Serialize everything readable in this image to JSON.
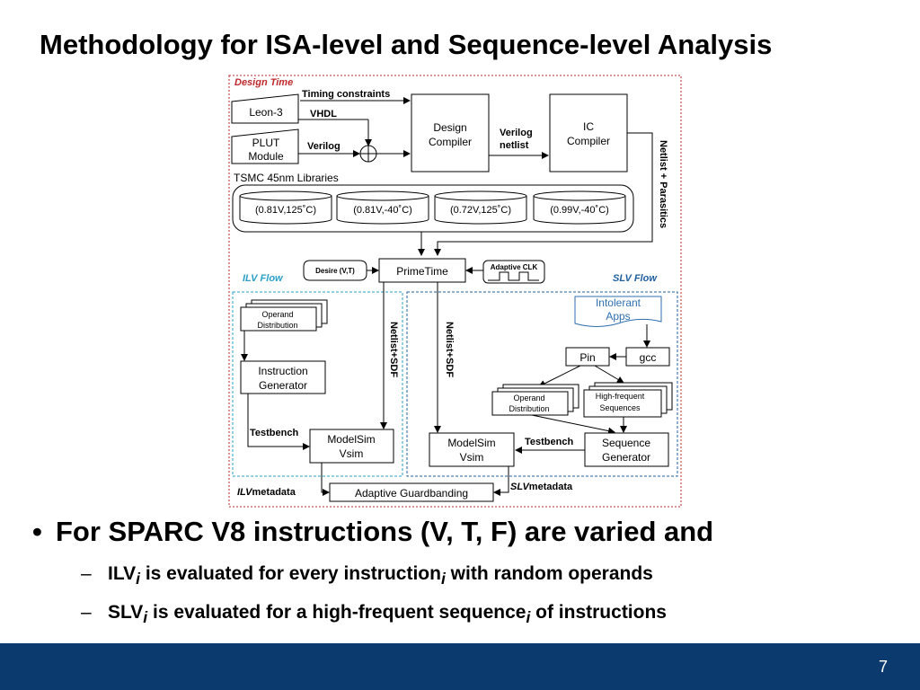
{
  "slide": {
    "title": "Methodology for ISA-level and Sequence-level Analysis",
    "page_number": "7",
    "footer_color": "#0b3a6e"
  },
  "diagram": {
    "design_time": "Design Time",
    "timing_constraints": "Timing constraints",
    "vhdl": "VHDL",
    "verilog": "Verilog",
    "leon3": "Leon-3",
    "plut": [
      "PLUT",
      "Module"
    ],
    "design_compiler": [
      "Design",
      "Compiler"
    ],
    "verilog_netlist": [
      "Verilog",
      "netlist"
    ],
    "ic_compiler": [
      "IC",
      "Compiler"
    ],
    "netlist_parasitics": "Netlist + Parasitics",
    "tsmc_libraries": "TSMC 45nm Libraries",
    "corners": [
      "(0.81V,125˚C)",
      "(0.81V,-40˚C)",
      "(0.72V,125˚C)",
      "(0.99V,-40˚C)"
    ],
    "desire": "Desire (V,T)",
    "primetime": "PrimeTime",
    "adaptive_clk": "Adaptive CLK",
    "ilv_flow": "ILV Flow",
    "slv_flow": "SLV Flow",
    "operand_distribution": [
      "Operand",
      "Distribution"
    ],
    "instruction_generator": [
      "Instruction",
      "Generator"
    ],
    "netlist_sdf": "Netlist+SDF",
    "testbench": "Testbench",
    "modelsim": [
      "ModelSim",
      "Vsim"
    ],
    "intolerant_apps": [
      "Intolerant",
      "Apps"
    ],
    "pin": "Pin",
    "gcc": "gcc",
    "high_frequent_sequences": [
      "High-frequent",
      "Sequences"
    ],
    "sequence_generator": [
      "Sequence",
      "Generator"
    ],
    "ilv_metadata": [
      "ILV",
      "metadata"
    ],
    "slv_metadata": [
      "SLV",
      "metadata"
    ],
    "adaptive_guardbanding": "Adaptive Guardbanding",
    "colors": {
      "design_time_border": "#c0282d",
      "ilv_color": "#2aa0c8",
      "slv_color": "#1f5fa0",
      "apps_border": "#2f6fb0"
    }
  },
  "bullets": {
    "main": "For SPARC V8 instructions (V, T, F) are varied and",
    "sub1": {
      "pre": "ILV",
      "sub": "i",
      "mid": " is evaluated for every instruction",
      "sub2": "i",
      "post": " with random operands"
    },
    "sub2": {
      "pre": "SLV",
      "sub": "i",
      "mid": " is evaluated for a high-frequent sequence",
      "sub2": "i",
      "post": " of instructions"
    }
  }
}
